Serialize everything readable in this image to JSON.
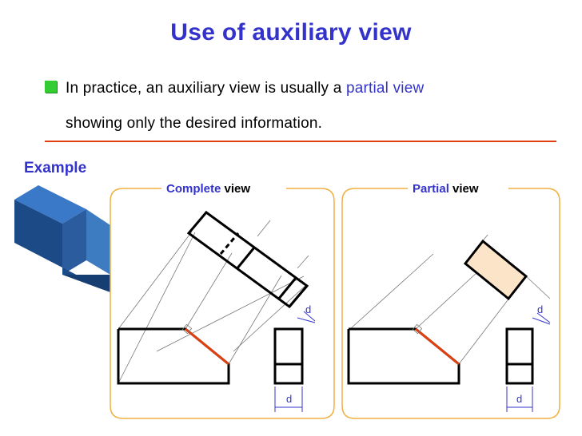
{
  "title": "Use of auxiliary view",
  "bullet": {
    "line1_prefix": "In practice, an auxiliary view is usually a ",
    "line1_highlight": "partial view",
    "line2": "showing only the desired information."
  },
  "example_label": "Example",
  "complete_view": {
    "em": "Complete",
    "rest": " view"
  },
  "partial_view": {
    "em": "Partial",
    "rest": " view"
  },
  "dimension_label": "d",
  "colors": {
    "title": "#3333CC",
    "bullet": "#33CC33",
    "rule": "#E04010",
    "inclined_edge": "#E04010",
    "panel_border": "#F0B040",
    "partial_fill": "#FCE4C8",
    "block_top": "#3A78C8",
    "block_front": "#1C4A86"
  }
}
